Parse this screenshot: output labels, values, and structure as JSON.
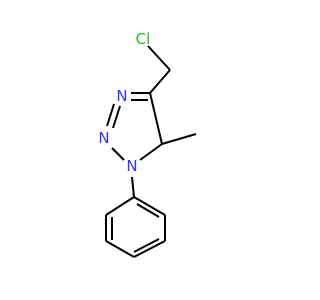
{
  "molecule": {
    "colors": {
      "bond": "#000000",
      "nitrogen": "#3333ff",
      "chlorine": "#22bb22"
    },
    "atoms": {
      "cl": "Cl",
      "n_top": "N",
      "n_mid": "N",
      "n_ring": "N"
    }
  }
}
